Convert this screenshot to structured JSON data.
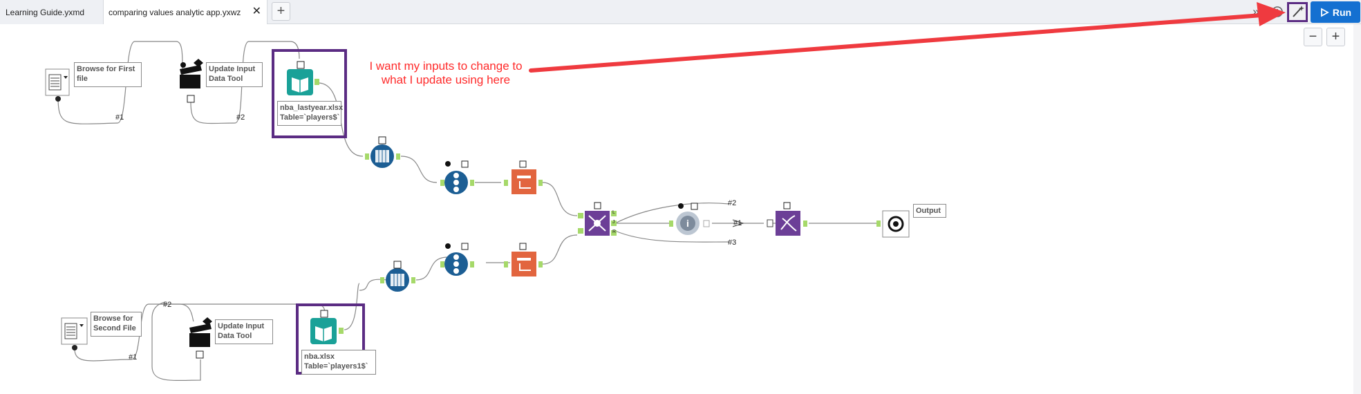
{
  "tabs": [
    {
      "label": "Learning Guide.yxmd"
    },
    {
      "label": "comparing values analytic app.yxwz",
      "close": "✕"
    }
  ],
  "toolbar": {
    "new_tab": "+",
    "chevron": "»",
    "run_label": "Run"
  },
  "zoom": {
    "out": "−",
    "in": "+"
  },
  "workflow": {
    "browse_first": "Browse for First file",
    "update_input_1": "Update Input Data Tool",
    "input1_file": "nba_lastyear.xlsx",
    "input1_table": "Table=`players$`",
    "browse_second": "Browse for Second File",
    "update_input_2": "Update Input Data Tool",
    "input2_file": "nba.xlsx",
    "input2_table": "Table=`players1$`",
    "output_label": "Output",
    "conn_labels": {
      "top_1": "#1",
      "top_2": "#2",
      "bot_2": "#2",
      "bot_1": "#1",
      "union_2": "#2",
      "union_1": "#1",
      "union_3": "#3"
    },
    "join_anchors": {
      "L": "L",
      "J": "J",
      "R": "R"
    }
  },
  "annotation": "I want my inputs to change to what I update using here",
  "colors": {
    "highlight": "#5b2c83",
    "arrow": "#ef3a3f",
    "run_bg": "#1470d1",
    "input_tool": "#1aa198",
    "transform_tool": "#e2653f",
    "join_tool": "#6c3f97",
    "prep_tool": "#1c5e94"
  }
}
